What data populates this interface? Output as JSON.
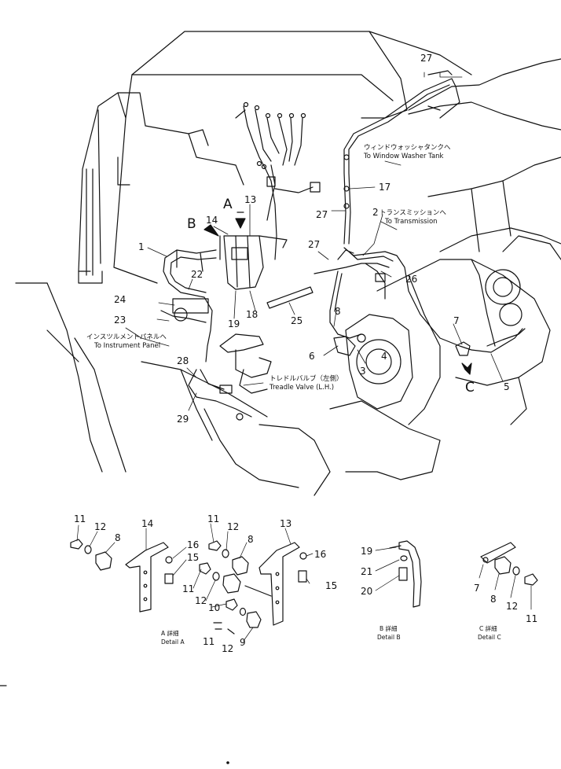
{
  "callouts": {
    "n1": "1",
    "n2": "2",
    "n3": "3",
    "n4": "4",
    "n5": "5",
    "n6": "6",
    "n7": "7",
    "n8": "8",
    "n13": "13",
    "n14": "14",
    "n17": "17",
    "n18": "18",
    "n19": "19",
    "n22": "22",
    "n23": "23",
    "n24": "24",
    "n25": "25",
    "n26": "26",
    "n27a": "27",
    "n27b": "27",
    "n27c": "27",
    "n28": "28",
    "n29": "29"
  },
  "letters": {
    "a": "A",
    "b": "B",
    "c": "C"
  },
  "notes": {
    "washer_jp": "ウィンドウォッシャタンクへ",
    "washer_en": "To Window Washer Tank",
    "trans_jp": "トランスミッションへ",
    "trans_en": "To Transmission",
    "panel_jp": "インスツルメントパネルへ",
    "panel_en": "To Instrument Panel",
    "treadle_jp": "トレドルバルブ（左側）",
    "treadle_en": "Treadle Valve (L.H.)"
  },
  "detail_a": {
    "caption_jp": "A 詳細",
    "caption_en": "Detail A",
    "labels": {
      "l11a": "11",
      "l12a": "12",
      "l8a": "8",
      "l14": "14",
      "l16a": "16",
      "l15a": "15",
      "l11b": "11",
      "l12b": "12",
      "l8b": "8",
      "l13": "13",
      "l16b": "16",
      "l15b": "15",
      "l11c": "11",
      "l12c": "12",
      "l10": "10",
      "l9": "9",
      "l11d": "11",
      "l12d": "12"
    }
  },
  "detail_b": {
    "caption_jp": "B 詳細",
    "caption_en": "Detail B",
    "labels": {
      "l19": "19",
      "l21": "21",
      "l20": "20"
    }
  },
  "detail_c": {
    "caption_jp": "C 詳細",
    "caption_en": "Detail C",
    "labels": {
      "l7": "7",
      "l8": "8",
      "l12": "12",
      "l11": "11"
    }
  }
}
